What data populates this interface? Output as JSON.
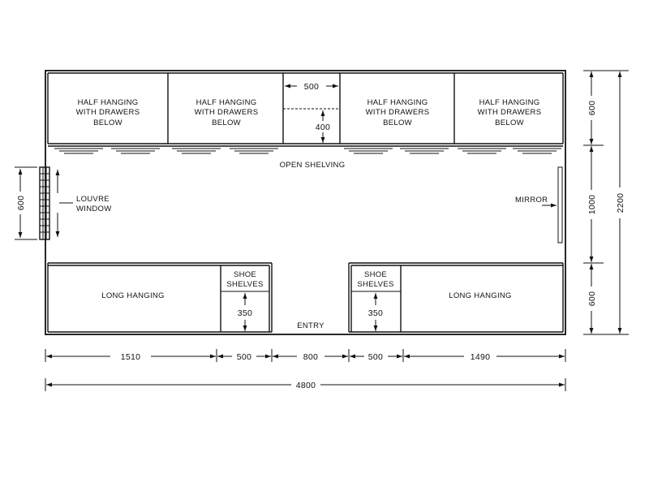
{
  "labels": {
    "half_hanging_l1": "HALF HANGING",
    "half_hanging_l2": "WITH DRAWERS",
    "half_hanging_l3": "BELOW",
    "open_shelving": "OPEN SHELVING",
    "louvre_l1": "LOUVRE",
    "louvre_l2": "WINDOW",
    "mirror": "MIRROR",
    "long_hanging": "LONG HANGING",
    "shoe_l1": "SHOE",
    "shoe_l2": "SHELVES",
    "entry": "ENTRY"
  },
  "dimensions": {
    "top_gap_width": "500",
    "top_gap_depth": "400",
    "window_height": "600",
    "shoe_depth": "350",
    "bottom": [
      "1510",
      "500",
      "800",
      "500",
      "1490"
    ],
    "overall_width": "4800",
    "right_top": "600",
    "right_middle": "1000",
    "right_bottom": "600",
    "overall_height": "2200"
  }
}
